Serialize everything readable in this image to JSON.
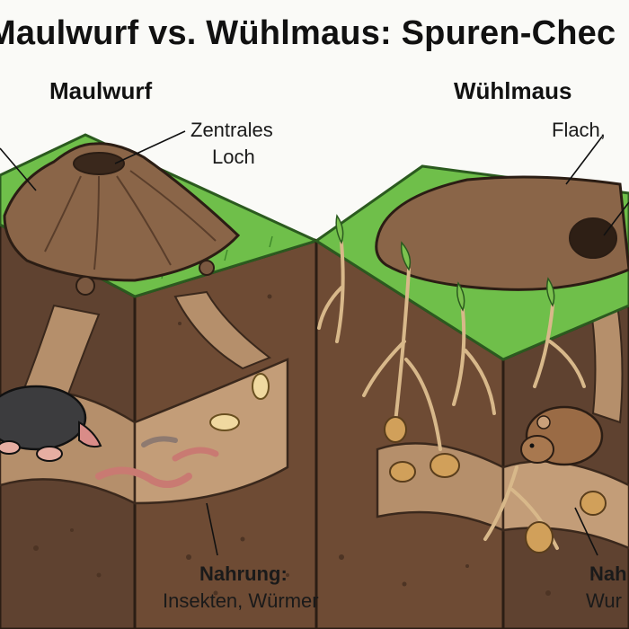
{
  "title": "Maulwurf vs. Wühlmaus: Spuren-Chec",
  "left": {
    "heading": "Maulwurf",
    "callout_mound_line1": "Zentrales",
    "callout_mound_line2": "Loch",
    "callout_food_line1": "Nahrung:",
    "callout_food_line2": "Insekten, Würmer"
  },
  "right": {
    "heading": "Wühlmaus",
    "callout_mound_line1": "Flach,",
    "callout_food_line1": "Nah",
    "callout_food_line2": "Wur"
  },
  "colors": {
    "grass": "#6fbf4a",
    "soil_top": "#8a6548",
    "soil_front": "#6e4b34",
    "tunnel": "#b58f6b",
    "mole": "#3c3c3e",
    "vole": "#9a6b45"
  }
}
